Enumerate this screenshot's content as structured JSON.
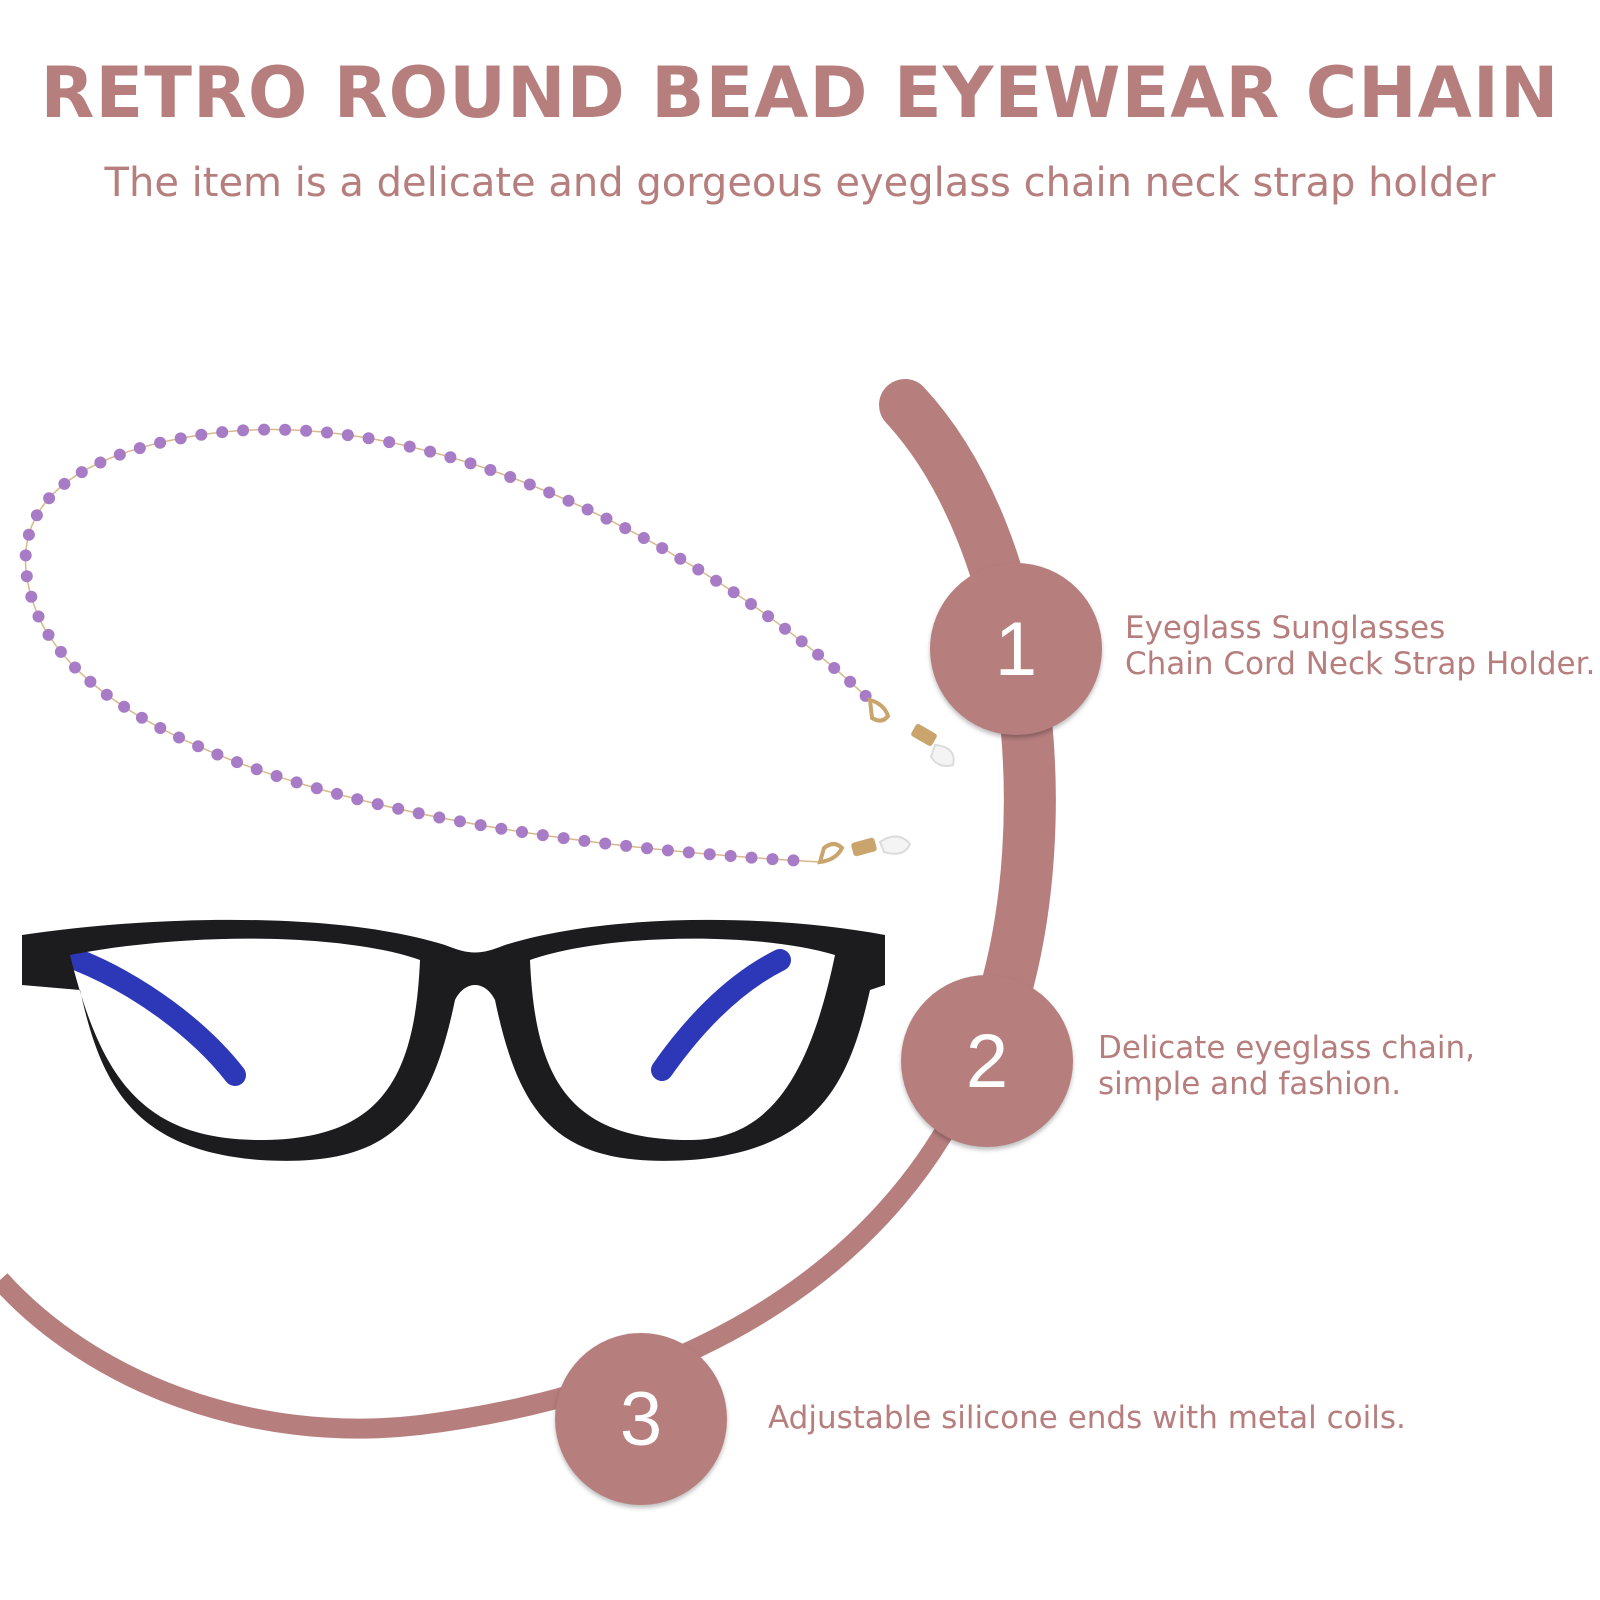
{
  "header": {
    "title": "RETRO ROUND BEAD EYEWEAR CHAIN",
    "subtitle": "The item is a delicate and gorgeous eyeglass chain neck strap holder"
  },
  "features": [
    {
      "number": "1",
      "text": "Eyeglass Sunglasses\nChain Cord Neck Strap Holder."
    },
    {
      "number": "2",
      "text": "Delicate eyeglass chain,\nsimple and fashion."
    },
    {
      "number": "3",
      "text": "Adjustable silicone ends with metal coils."
    }
  ],
  "colors": {
    "accent": "#b77e7e",
    "bead": "#a77bc6",
    "frame": "#1c1c1e",
    "temple": "#2d38b8"
  },
  "images": {
    "chain": "bead-chain-illustration",
    "glasses": "eyeglasses-illustration"
  }
}
